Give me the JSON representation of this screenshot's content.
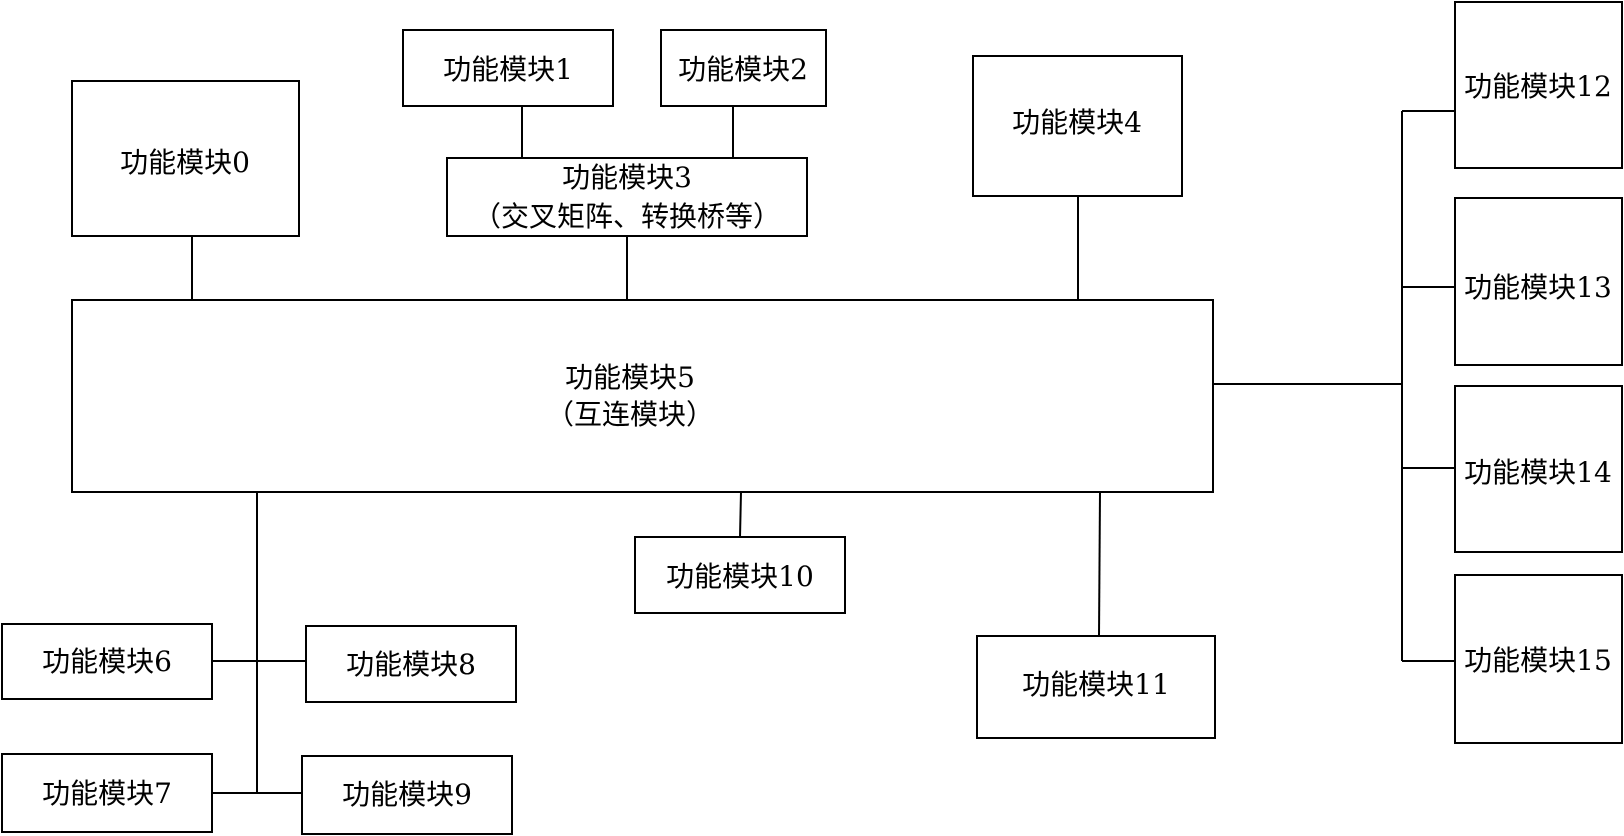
{
  "modules": [
    {
      "id": "m0",
      "label": "功能模块0"
    },
    {
      "id": "m1",
      "label": "功能模块1"
    },
    {
      "id": "m2",
      "label": "功能模块2"
    },
    {
      "id": "m3",
      "label": "功能模块3",
      "sublabel": "（交叉矩阵、转换桥等）"
    },
    {
      "id": "m4",
      "label": "功能模块4"
    },
    {
      "id": "m5",
      "label": "功能模块5",
      "sublabel": "（互连模块）"
    },
    {
      "id": "m6",
      "label": "功能模块6"
    },
    {
      "id": "m7",
      "label": "功能模块7"
    },
    {
      "id": "m8",
      "label": "功能模块8"
    },
    {
      "id": "m9",
      "label": "功能模块9"
    },
    {
      "id": "m10",
      "label": "功能模块10"
    },
    {
      "id": "m11",
      "label": "功能模块11"
    },
    {
      "id": "m12",
      "label": "功能模块12"
    },
    {
      "id": "m13",
      "label": "功能模块13"
    },
    {
      "id": "m14",
      "label": "功能模块14"
    },
    {
      "id": "m15",
      "label": "功能模块15"
    }
  ]
}
